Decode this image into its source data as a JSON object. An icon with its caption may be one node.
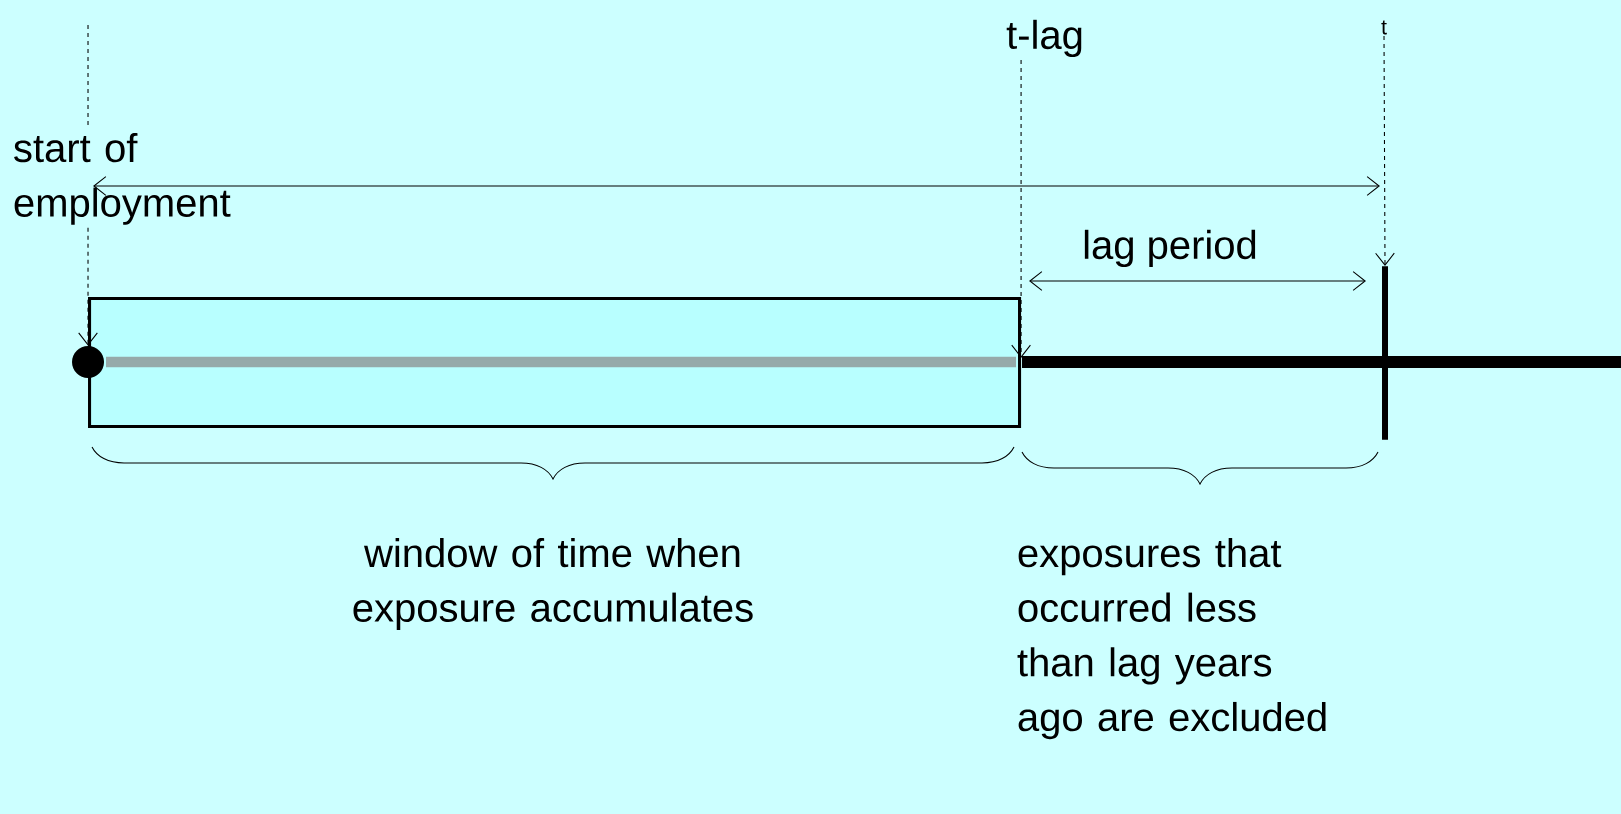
{
  "diagram": {
    "nodes": [
      {
        "text": [
          "start of employment"
        ]
      },
      {
        "text": [
          "t-lag"
        ]
      },
      {
        "text": [
          "t"
        ]
      },
      {
        "text": [],
        "shape": "box"
      },
      {
        "text": [],
        "shape": "circle"
      },
      {
        "text": [],
        "shape": "bar"
      }
    ],
    "edges": [
      {
        "from": 0,
        "to": 4,
        "arrow": "to",
        "style": "dashed"
      },
      {
        "from": 1,
        "to": 3,
        "arrow": "to",
        "style": "dashed"
      },
      {
        "from": 2,
        "to": 5,
        "arrow": "to",
        "style": "dashed"
      }
    ],
    "labels": [
      "lag period",
      "window of time when exposure accumulates",
      "exposures that occurred less than lag years ago are excluded"
    ]
  }
}
